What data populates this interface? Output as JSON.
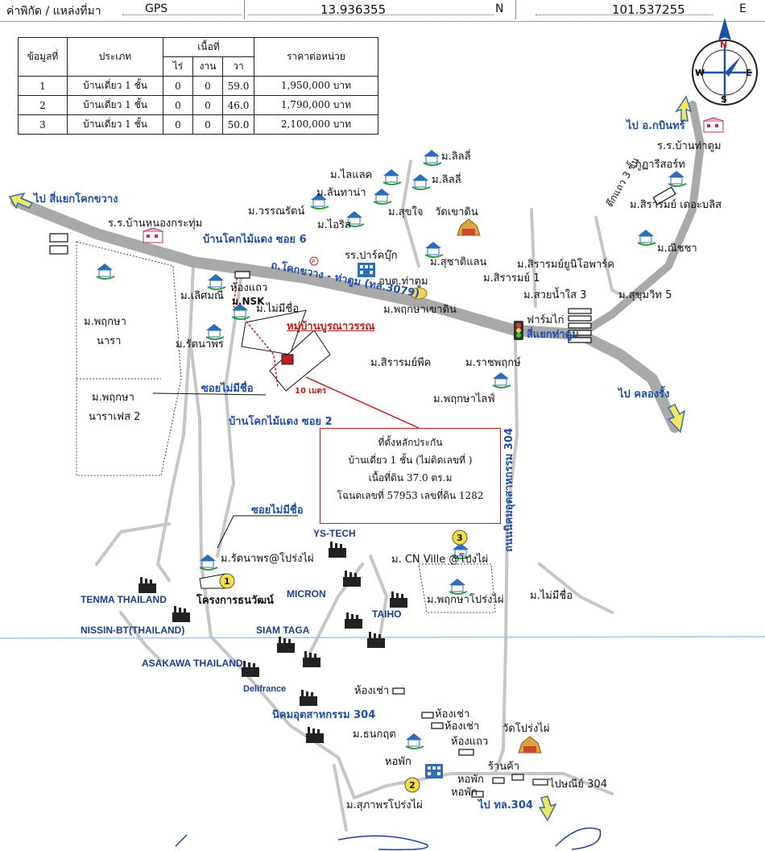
{
  "header": {
    "coord_label": "ค่าพิกัด / แหล่งที่มา",
    "source": "GPS",
    "lat": "13.936355",
    "lat_suffix": "N",
    "lon": "101.537255",
    "lon_suffix": "E"
  },
  "price_table": {
    "headers": {
      "no": "ข้อมูลที่",
      "type": "ประเภท",
      "area": "เนื้อที่",
      "rai": "ไร่",
      "ngan": "งาน",
      "wa": "วา",
      "price": "ราคาต่อหน่วย"
    },
    "rows": [
      {
        "no": "1",
        "type": "บ้านเดี่ยว 1 ชั้น",
        "rai": "0",
        "ngan": "0",
        "wa": "59.0",
        "price": "1,950,000 บาท"
      },
      {
        "no": "2",
        "type": "บ้านเดี่ยว 1 ชั้น",
        "rai": "0",
        "ngan": "0",
        "wa": "46.0",
        "price": "1,790,000 บาท"
      },
      {
        "no": "3",
        "type": "บ้านเดี่ยว 1 ชั้น",
        "rai": "0",
        "ngan": "0",
        "wa": "50.0",
        "price": "2,100,000 บาท"
      }
    ]
  },
  "compass": {
    "n": "N",
    "s": "S",
    "e": "E",
    "w": "W"
  },
  "info_box": {
    "line1": "ที่ตั้งหลักประกัน",
    "line2": "บ้านเดี่ยว 1 ชั้น (ไม่ติดเลขที่ )",
    "line3": "เนื้อที่ดิน 37.0 ตร.ม",
    "line4": "โฉนดเลขที่ 57953 เลขที่ดิน 1282"
  },
  "markers": {
    "m1": "1",
    "m2": "2",
    "m3": "3"
  },
  "labels": {
    "to_kok_kwang": "ไป สี่แยกโคกขวาง",
    "to_kabin": "ไป อ.กบินทร์",
    "rr_ban_tatum": "ร.ร.บ้านท่าตูม",
    "phuree_resort": "ภูฏารีสอร์ท",
    "teuk_thaew": "ตึกแถว 3 ชั้น",
    "m_siram_thebliss": "ม.สิรารมย์ เดอะบลิส",
    "rr_nong_kratum": "ร.ร.บ้านหนองกระทุ่ม",
    "m_lily1": "ม.ลิลลี่",
    "m_lily2": "ม.ลิลลี่",
    "m_lilac": "ม.ไลแลค",
    "m_lanthana": "ม.ลันทาน่า",
    "m_wannarat": "ม.วรรณรัตน์",
    "m_iris": "ม.ไอริส",
    "ban_kok_soi6": "บ้านโคกไม้แดง ซอย 6",
    "m_sukjai": "ม.สุขใจ",
    "wat_khaodin": "วัดเขาดิน",
    "m_nitcha": "ม.ณิชชา",
    "rr_park": "รร.ปาร์คบุ๊ก",
    "m_suchatilan": "ม.สุชาติแลน",
    "obt_tatum": "อบต.ท่าตูม",
    "m_siram_unipark": "ม.สิรารมย์ยูนิโอพาร์ค",
    "m_siram1": "ม.สิรารมย์ 1",
    "m_suay_namsai": "ม.สวยน้ำใส 3",
    "m_sukhumvit5": "ม.สุขุมวิท 5",
    "hong_thaew1": "ห้องแถว",
    "m_nsk": "ม.NSK",
    "m_lertsamai": "ม.เลิศมณี",
    "m_mai_mi_chue1": "ม.ไม่มีชื่อ",
    "road_kok": "ถ.โคกขวาง - ท่าตูม (ทล.3079)",
    "m_pruksa_khaodin": "ม.พฤกษาเขาดิน",
    "farm_kai": "ฟาร์มไก่",
    "si_yaek_tatum": "สี่แยกท่าตูม",
    "m_pruksa_nara": "ม.พฤกษา",
    "nara": "นารา",
    "m_rattanaporn": "ม.รัตนาพร",
    "mu_ban_bun": "หมู่บ้านบูรณาวรรณ",
    "m_siram_peak": "ม.สิรารมย์พีค",
    "m_ratchapruk": "ม.ราชพฤกษ์",
    "ten_m": "10 เมตร",
    "soi_mai_mi1": "ซอยไม่มีชื่อ",
    "m_pruksa_nara2": "ม.พฤกษา",
    "nara_phase2": "นาราเฟส 2",
    "m_pruksa_life": "ม.พฤกษาไลฟ์",
    "to_khlong_rung": "ไป คลองรั้ง",
    "ban_kok_soi2": "บ้านโคกไม้แดง ซอย 2",
    "road_304": "ถนนนิคมอุตสาหกรรม 304",
    "soi_mai_mi2": "ซอยไม่มีชื่อ",
    "ys_tech": "YS-TECH",
    "m_rattanaporn_prong": "ม.รัตนาพร@โปร่งไผ่",
    "m_cn_ville": "ม. CN Ville @โป่งไผ่",
    "tenma": "TENMA THAILAND",
    "khrongkarn_thanawat": "โครงการธนวัฒน์",
    "micron": "MICRON",
    "m_pruksa_prong": "ม.พฤกษาโปร่งไผ่",
    "m_mai_mi_chue2": "ม.ไม่มีชื่อ",
    "nissin": "NISSIN-BT(THAILAND)",
    "taiho": "TAIHO",
    "siam_taga": "SIAM TAGA",
    "asakawa": "ASAKAWA THAILAND",
    "delifrance": "Delifrance",
    "hong_chao1": "ห้องเช่า",
    "nikom_304": "นิคมอุตสาหกรรม 304",
    "hong_chao2": "ห้องเช่า",
    "hong_chao3": "ห้องเช่า",
    "m_thanakrit": "ม.ธนกฤต",
    "hong_thaew2": "ห้องแถว",
    "wat_prong": "วัดโปร่งไผ่",
    "hor_pak1": "หอพัก",
    "ran_kha": "ร้านค้า",
    "hor_pak2": "หอพัก",
    "praisani": "ไปษณีย์ 304",
    "hor_pak3": "หอพัก",
    "to_304": "ไป ทล.304",
    "m_supaporn": "ม.สุภาพรโปร่งไผ่"
  },
  "colors": {
    "main_road": "#a8a8a8",
    "secondary_road": "#c4c4c4",
    "accent_red": "#c0201c",
    "label_blue": "#1f4fa8",
    "arrow_fill": "#f2e860"
  }
}
